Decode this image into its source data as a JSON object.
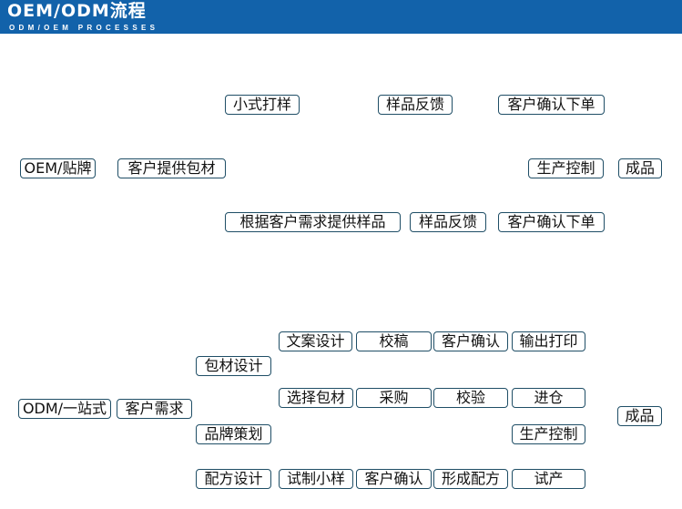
{
  "header": {
    "title": "OEM/ODM流程",
    "subtitle": "ODM/OEM PROCESSES",
    "color": "#1262aa"
  },
  "oem": {
    "start": "OEM/贴牌",
    "client_packaging": "客户提供包材",
    "top_row": [
      "小式打样",
      "样品反馈",
      "客户确认下单"
    ],
    "bottom_row": [
      "根据客户需求提供样品",
      "样品反馈",
      "客户确认下单"
    ],
    "production": "生产控制",
    "finished": "成品"
  },
  "odm": {
    "start": "ODM/一站式",
    "client_needs": "客户需求",
    "packaging_design": "包材设计",
    "brand_planning": "品牌策划",
    "formula_design": "配方设计",
    "row1": [
      "文案设计",
      "校稿",
      "客户确认",
      "输出打印"
    ],
    "row2": [
      "选择包材",
      "采购",
      "校验",
      "进仓"
    ],
    "production": "生产控制",
    "row4": [
      "试制小样",
      "客户确认",
      "形成配方",
      "试产"
    ],
    "finished": "成品"
  }
}
